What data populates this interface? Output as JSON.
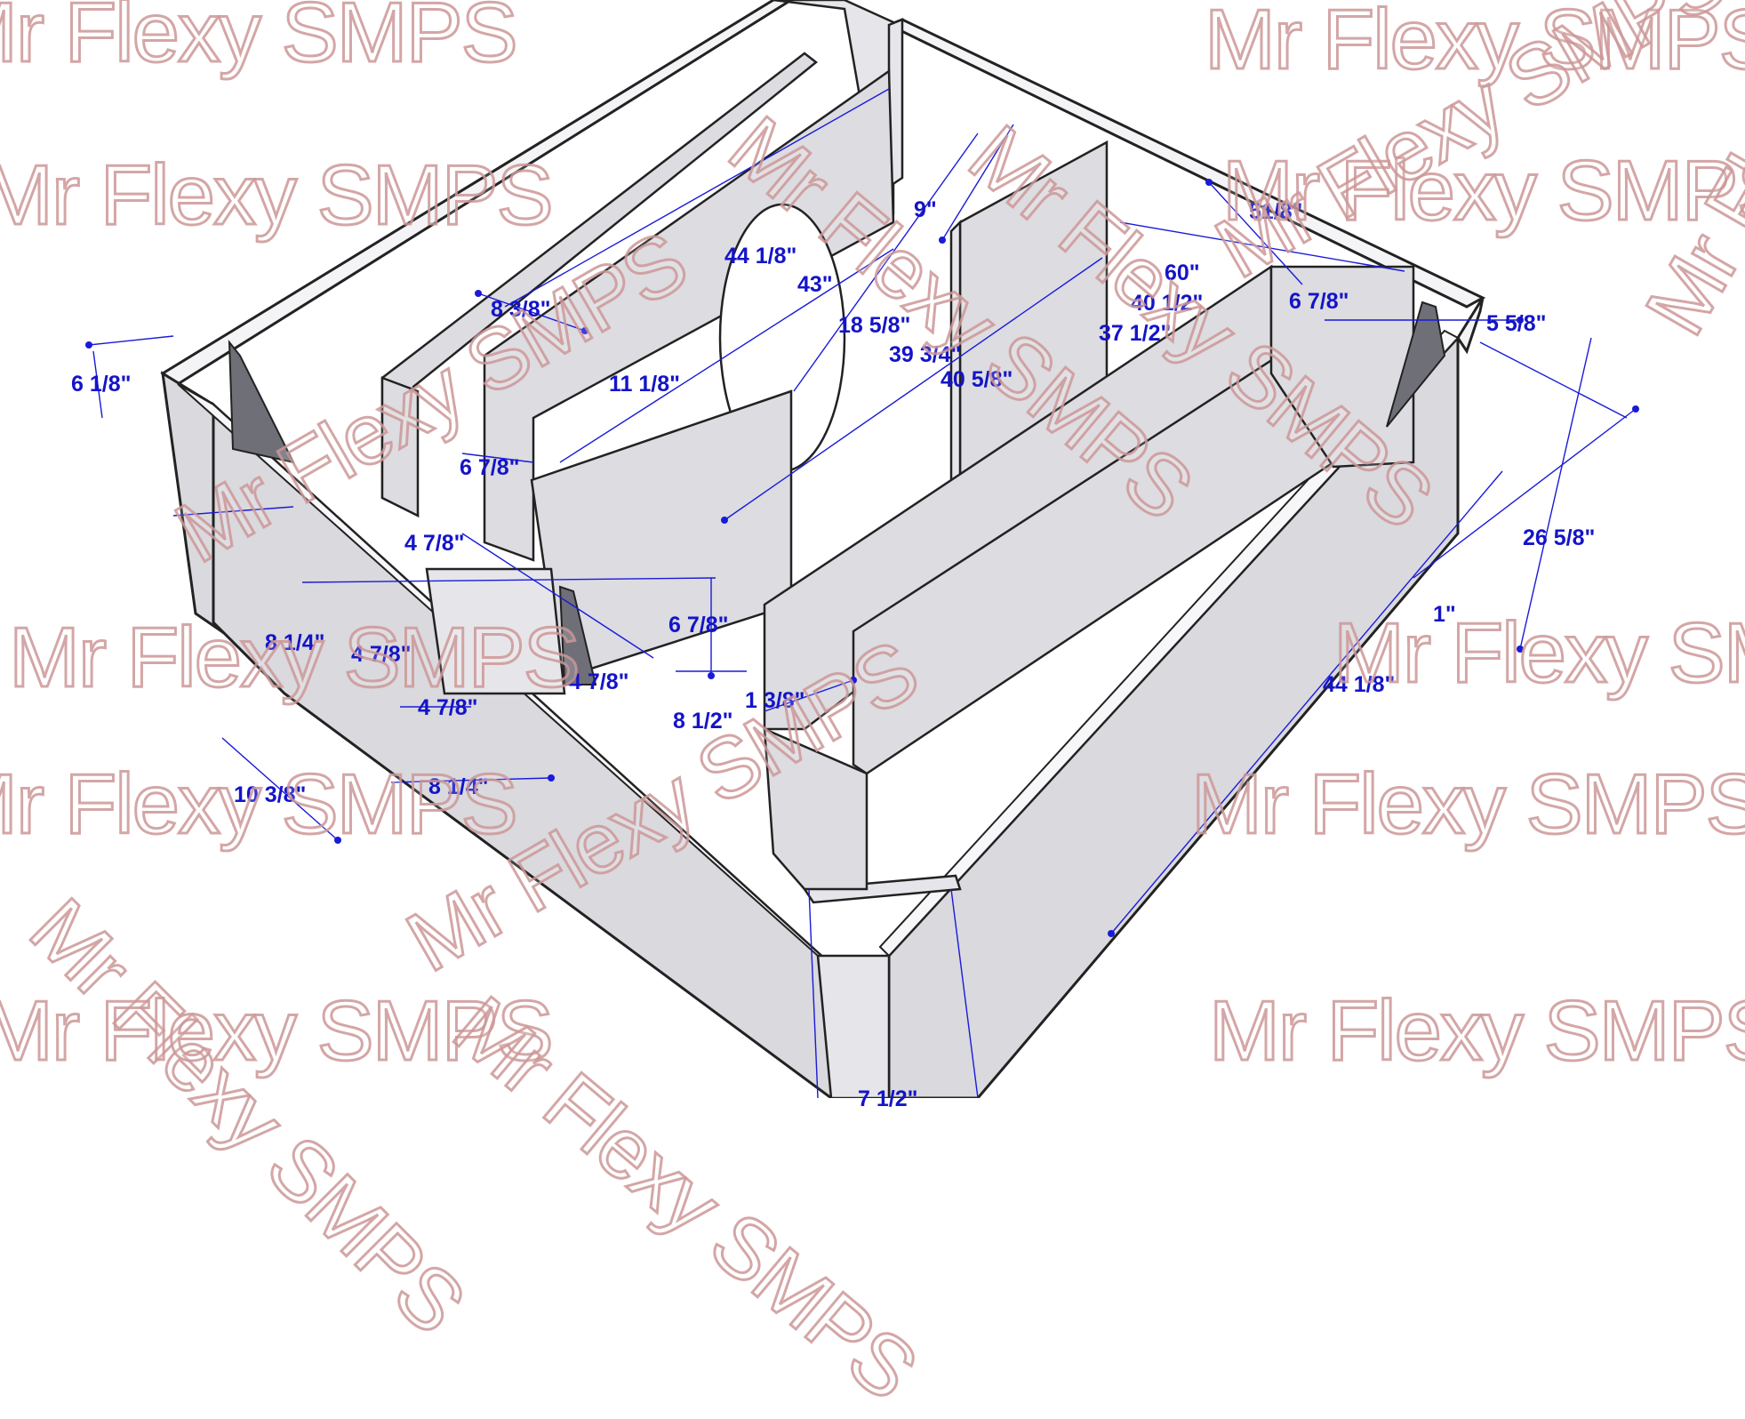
{
  "watermark": "Mr Flexy SMPS",
  "colors": {
    "dimension": "#1414c8",
    "panel_outline": "#222222",
    "watermark_outline": "#cd9696"
  },
  "dimensions": {
    "d_6_1_8": "6 1/8\"",
    "d_8_3_8": "8 3/8\"",
    "d_44_1_8_top": "44 1/8\"",
    "d_43": "43\"",
    "d_9": "9\"",
    "d_51_8": "51/8\"",
    "d_60": "60\"",
    "d_40_1_2": "40 1/2\"",
    "d_6_7_8_right": "6 7/8\"",
    "d_5_5_8": "5 5/8\"",
    "d_18_5_8": "18 5/8\"",
    "d_37_1_2": "37 1/2\"",
    "d_39_3_4": "39 3/4\"",
    "d_40_5_8": "40 5/8\"",
    "d_11_1_8": "11 1/8\"",
    "d_6_7_8_left": "6 7/8\"",
    "d_4_7_8_a": "4 7/8\"",
    "d_26_5_8": "26 5/8\"",
    "d_1": "1\"",
    "d_6_7_8_mid": "6 7/8\"",
    "d_8_1_4_left": "8 1/4\"",
    "d_4_7_8_b": "4 7/8\"",
    "d_4_7_8_c": "4 7/8\"",
    "d_4_7_8_d": "4 7/8\"",
    "d_1_3_8": "1 3/8\"",
    "d_8_1_2": "8 1/2\"",
    "d_44_1_8_right": "44 1/8\"",
    "d_10_3_8": "10 3/8\"",
    "d_8_1_4_bottom": "8 1/4\"",
    "d_7_1_2": "7 1/2\""
  }
}
